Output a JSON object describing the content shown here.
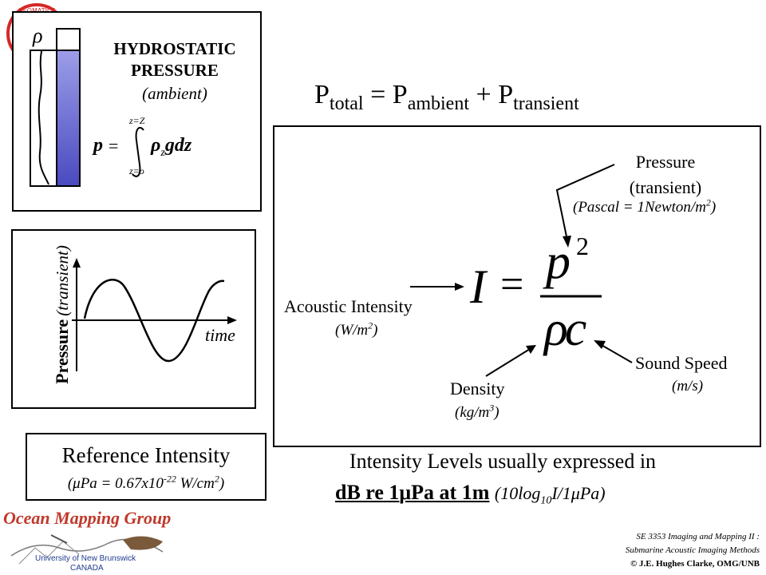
{
  "colors": {
    "column_fill": "#6b6bd0",
    "logo_red": "#c0392b",
    "logo_blue": "#1f3c8f",
    "seal_red": "#d62828"
  },
  "hydrostatic": {
    "rho_symbol": "ρ",
    "title_line1": "HYDROSTATIC",
    "title_line2": "PRESSURE",
    "subtitle": "(ambient)",
    "eq_p": "p",
    "eq_equals": "=",
    "eq_rho": "ρ",
    "eq_z_sub": "z",
    "eq_gdz": "gdz",
    "limit_upper": "z=Z",
    "limit_lower": "z=o"
  },
  "total_equation": {
    "p1": "P",
    "p1_sub": "total",
    "equals": "=",
    "p2": "P",
    "p2_sub": "ambient",
    "plus": "+",
    "p3": "P",
    "p3_sub": "transient"
  },
  "wave_plot": {
    "ylabel_main": "Pressure",
    "ylabel_sub": "(transient)",
    "xlabel": "time"
  },
  "intensity": {
    "pressure_label_line1": "Pressure",
    "pressure_label_line2": "(transient)",
    "pascal_prefix": "(Pascal = 1Newton/m",
    "pascal_sup": "2",
    "pascal_suffix": ")",
    "acoustic_label": "Acoustic Intensity",
    "acoustic_unit_prefix": "(W/m",
    "acoustic_unit_sup": "2",
    "acoustic_unit_suffix": ")",
    "eq_I": "I",
    "eq_equals": "=",
    "eq_p": "p",
    "eq_p_exp": "2",
    "eq_rho": "ρ",
    "eq_c": "c",
    "density_label": "Density",
    "density_unit_prefix": "(kg/m",
    "density_unit_sup": "3",
    "density_unit_suffix": ")",
    "sound_label": "Sound Speed",
    "sound_unit": "(m/s)"
  },
  "reference": {
    "title": "Reference Intensity",
    "unit_prefix": "(",
    "mu": "μ",
    "unit_mid": "Pa = 0.67x10",
    "unit_sup": "-22",
    "unit_rest": " W/cm",
    "unit_sup2": "2",
    "unit_end": ")"
  },
  "levels": {
    "line1": "Intensity Levels usually expressed in",
    "db_text": "dB re  1",
    "db_mu": "μ",
    "db_rest": "Pa at 1m",
    "formula_prefix": "(10log",
    "formula_sub": "10",
    "formula_mid": "I/1",
    "formula_mu": "μ",
    "formula_end": "Pa)"
  },
  "logo": {
    "title": "Ocean Mapping Group",
    "univ": "University of New Brunswick",
    "country": "CANADA",
    "seal_text": "GEOMATICS"
  },
  "footer": {
    "line1": "SE 3353 Imaging and Mapping II :",
    "line2": "Submarine Acoustic Imaging Methods",
    "line3": "© J.E. Hughes Clarke, OMG/UNB"
  }
}
